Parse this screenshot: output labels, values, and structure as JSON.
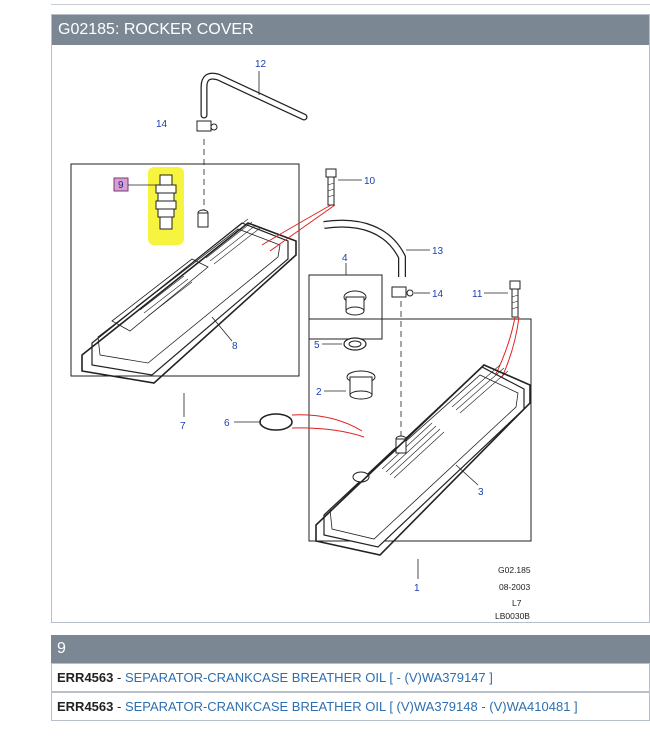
{
  "panel": {
    "title": "G02185: ROCKER COVER"
  },
  "callouts": {
    "c1": "1",
    "c2": "2",
    "c3": "3",
    "c4": "4",
    "c5": "5",
    "c6": "6",
    "c7": "7",
    "c8": "8",
    "c9": "9",
    "c10": "10",
    "c11": "11",
    "c12": "12",
    "c13": "13",
    "c14a": "14",
    "c14b": "14"
  },
  "diagram_info": {
    "ref": "G02.185",
    "date": "08-2003",
    "code": "L7",
    "id": "LB0030B"
  },
  "section": {
    "title": "9"
  },
  "parts": [
    {
      "code": "ERR4563",
      "sep": " - ",
      "desc": "SEPARATOR-CRANKCASE BREATHER OIL [ - (V)WA379147 ]"
    },
    {
      "code": "ERR4563",
      "sep": " - ",
      "desc": "SEPARATOR-CRANKCASE BREATHER OIL [ (V)WA379148 - (V)WA410481 ]"
    }
  ],
  "colors": {
    "header_bg": "#7b8894",
    "label_blue": "#1a3fb0",
    "highlight": "#f4f000",
    "part_link": "#2d6fb0",
    "leader_red": "#e02020"
  }
}
